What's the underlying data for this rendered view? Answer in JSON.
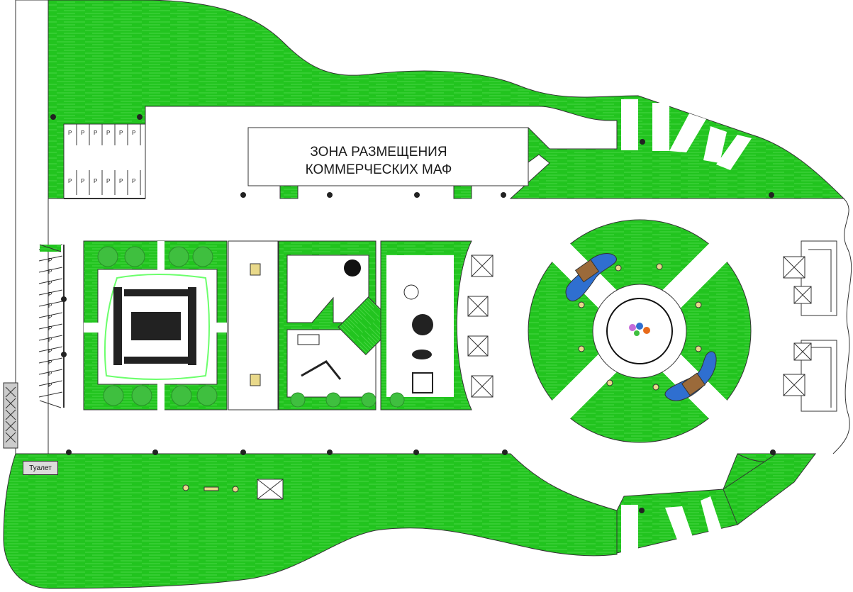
{
  "plan": {
    "zone_title_line1": "ЗОНА РАЗМЕЩЕНИЯ",
    "zone_title_line2": "КОММЕРЧЕСКИХ МАФ",
    "toilet_label": "Туалет",
    "parking_mark": "P"
  },
  "colors": {
    "lawn": "#22c41f",
    "lawn_light": "#4fd84a",
    "path": "#ffffff",
    "outline": "#333333",
    "tree": "#3fbf3f",
    "water": "#2f6fd0",
    "bridge": "#9b6a3a",
    "bench": "#e9d98a",
    "playground_edge": "#6cff6c"
  },
  "icons": [
    "lamp-post-icon",
    "tree-icon",
    "bench-icon",
    "play-equipment-icon",
    "fountain-icon",
    "pavilion-icon",
    "parking-icon",
    "toilet-icon"
  ]
}
